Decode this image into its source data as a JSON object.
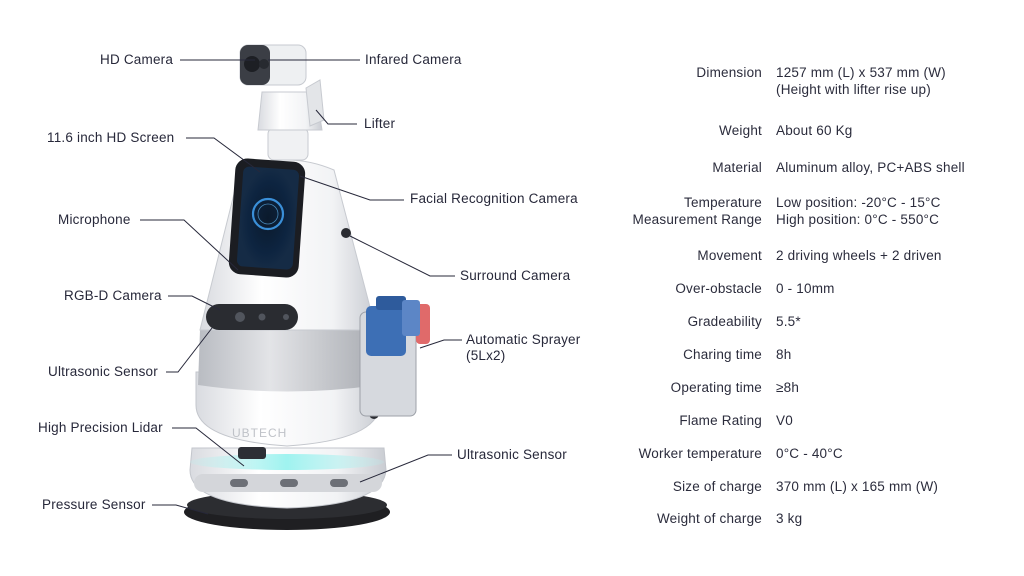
{
  "labels": {
    "hd_camera": "HD Camera",
    "infrared_camera": "Infared Camera",
    "lifter": "Lifter",
    "hd_screen": "11.6 inch HD Screen",
    "facial_recognition_camera": "Facial Recognition Camera",
    "microphone": "Microphone",
    "surround_camera": "Surround Camera",
    "rgbd_camera": "RGB-D Camera",
    "automatic_sprayer": "Automatic Sprayer\n(5Lx2)",
    "ultrasonic_sensor_left": "Ultrasonic Sensor",
    "high_precision_lidar": "High Precision Lidar",
    "ultrasonic_sensor_right": "Ultrasonic Sensor",
    "pressure_sensor": "Pressure Sensor"
  },
  "robot_logo_text": "UBTECH",
  "specs": [
    {
      "key": "Dimension",
      "value": "1257 mm (L) x 537 mm (W)\n(Height with lifter rise up)"
    },
    {
      "key": "Weight",
      "value": "About 60 Kg"
    },
    {
      "key": "Material",
      "value": "Aluminum alloy, PC+ABS shell"
    },
    {
      "key": "Temperature\nMeasurement Range",
      "value": "Low position: -20°C - 15°C\nHigh position: 0°C - 550°C"
    },
    {
      "key": "Movement",
      "value": "2 driving wheels + 2 driven"
    },
    {
      "key": "Over-obstacle",
      "value": "0 - 10mm"
    },
    {
      "key": "Gradeability",
      "value": "5.5*"
    },
    {
      "key": "Charing time",
      "value": "8h"
    },
    {
      "key": "Operating time",
      "value": "≥8h"
    },
    {
      "key": "Flame Rating",
      "value": "V0"
    },
    {
      "key": "Worker temperature",
      "value": "0°C - 40°C"
    },
    {
      "key": "Size of charge",
      "value": "370 mm (L) x 165 mm (W)"
    },
    {
      "key": "Weight of charge",
      "value": "3 kg"
    }
  ],
  "colors": {
    "text": "#27283a",
    "leader_line": "#27283a",
    "robot_body": "#f4f5f7",
    "screen_glow": "#3a8fd8",
    "sprayer": "#3d6fb5",
    "base": "#1f1f22"
  }
}
